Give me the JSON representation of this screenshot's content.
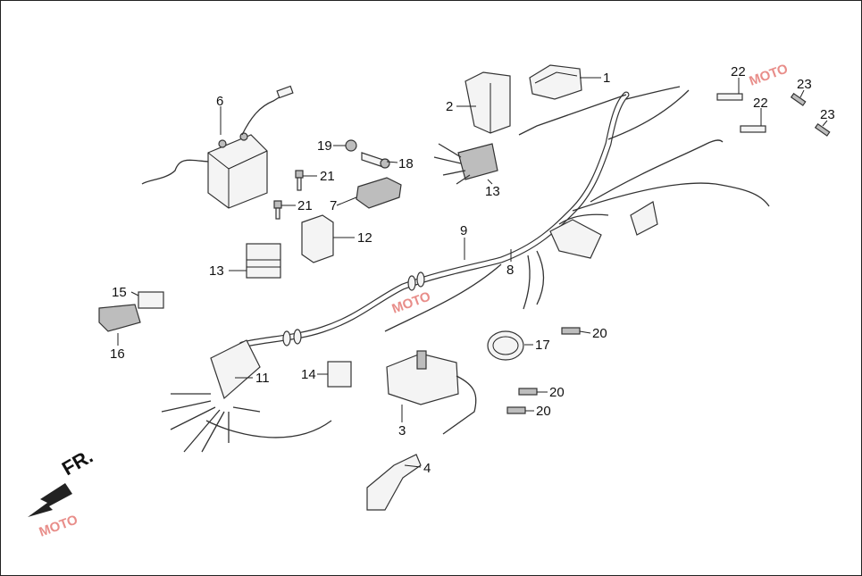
{
  "diagram": {
    "direction_label": "FR.",
    "watermark_text": "MOTO",
    "callouts": [
      "1",
      "2",
      "3",
      "4",
      "6",
      "7",
      "8",
      "9",
      "11",
      "12",
      "13",
      "13",
      "14",
      "15",
      "16",
      "17",
      "18",
      "19",
      "20",
      "20",
      "20",
      "21",
      "21",
      "22",
      "22",
      "23",
      "23"
    ],
    "colors": {
      "line": "#222222",
      "part_fill": "#f4f4f4",
      "dark_fill": "#bdbdbd",
      "watermark": "#d7312a"
    }
  }
}
